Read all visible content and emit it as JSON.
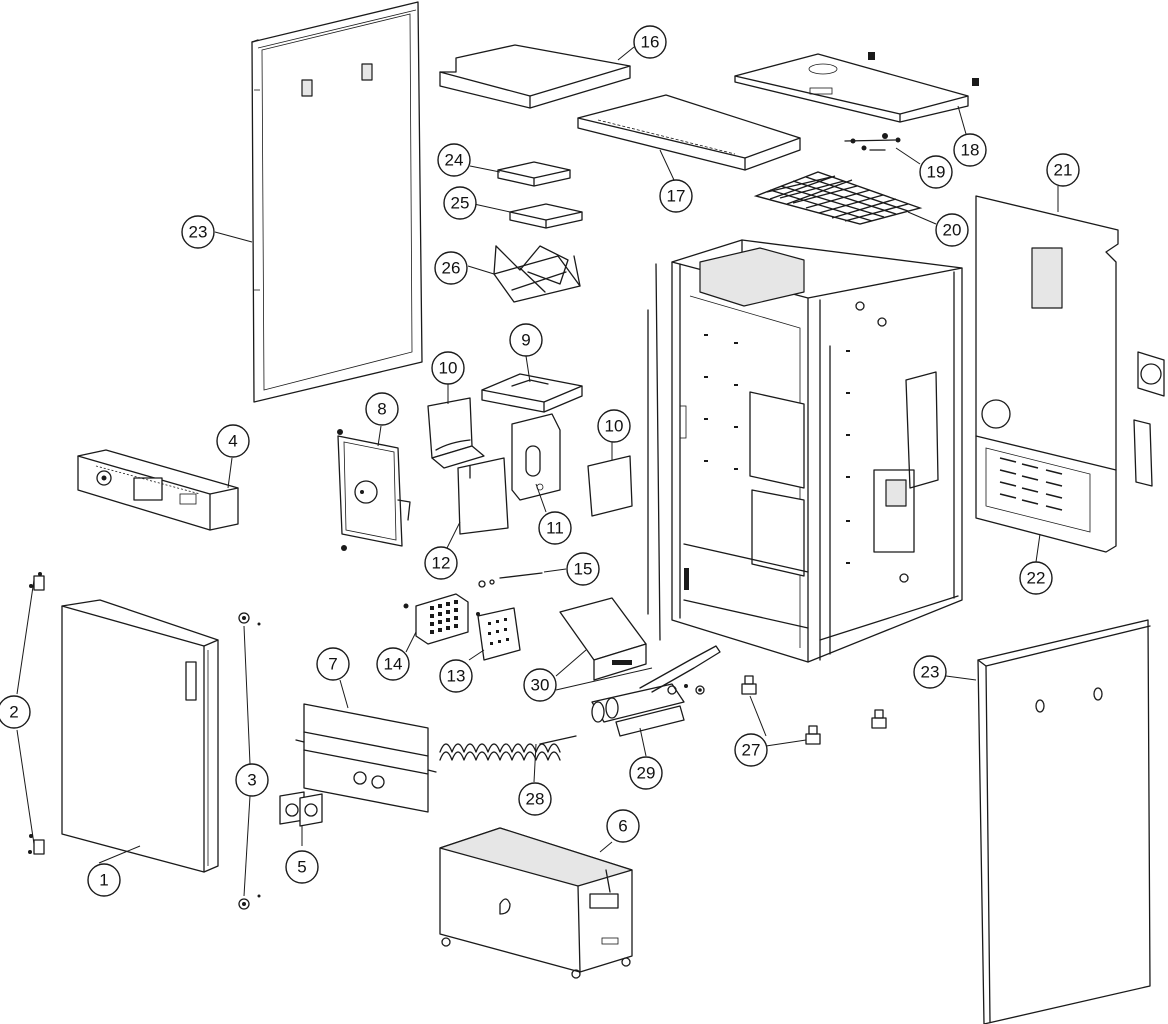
{
  "diagram": {
    "type": "exploded-parts-view",
    "colors": {
      "line": "#1a1a1a",
      "background": "#ffffff",
      "shade": "#e6e6e6"
    },
    "callouts": [
      {
        "id": "callout-1",
        "label": "1"
      },
      {
        "id": "callout-2",
        "label": "2"
      },
      {
        "id": "callout-3",
        "label": "3"
      },
      {
        "id": "callout-4",
        "label": "4"
      },
      {
        "id": "callout-5",
        "label": "5"
      },
      {
        "id": "callout-6",
        "label": "6"
      },
      {
        "id": "callout-7",
        "label": "7"
      },
      {
        "id": "callout-8",
        "label": "8"
      },
      {
        "id": "callout-9",
        "label": "9"
      },
      {
        "id": "callout-10a",
        "label": "10"
      },
      {
        "id": "callout-10b",
        "label": "10"
      },
      {
        "id": "callout-11",
        "label": "11"
      },
      {
        "id": "callout-12",
        "label": "12"
      },
      {
        "id": "callout-13",
        "label": "13"
      },
      {
        "id": "callout-14",
        "label": "14"
      },
      {
        "id": "callout-15",
        "label": "15"
      },
      {
        "id": "callout-16",
        "label": "16"
      },
      {
        "id": "callout-17",
        "label": "17"
      },
      {
        "id": "callout-18",
        "label": "18"
      },
      {
        "id": "callout-19",
        "label": "19"
      },
      {
        "id": "callout-20",
        "label": "20"
      },
      {
        "id": "callout-21",
        "label": "21"
      },
      {
        "id": "callout-22",
        "label": "22"
      },
      {
        "id": "callout-23a",
        "label": "23"
      },
      {
        "id": "callout-23b",
        "label": "23"
      },
      {
        "id": "callout-24",
        "label": "24"
      },
      {
        "id": "callout-25",
        "label": "25"
      },
      {
        "id": "callout-26",
        "label": "26"
      },
      {
        "id": "callout-27",
        "label": "27"
      },
      {
        "id": "callout-28",
        "label": "28"
      },
      {
        "id": "callout-29",
        "label": "29"
      },
      {
        "id": "callout-30",
        "label": "30"
      }
    ]
  }
}
